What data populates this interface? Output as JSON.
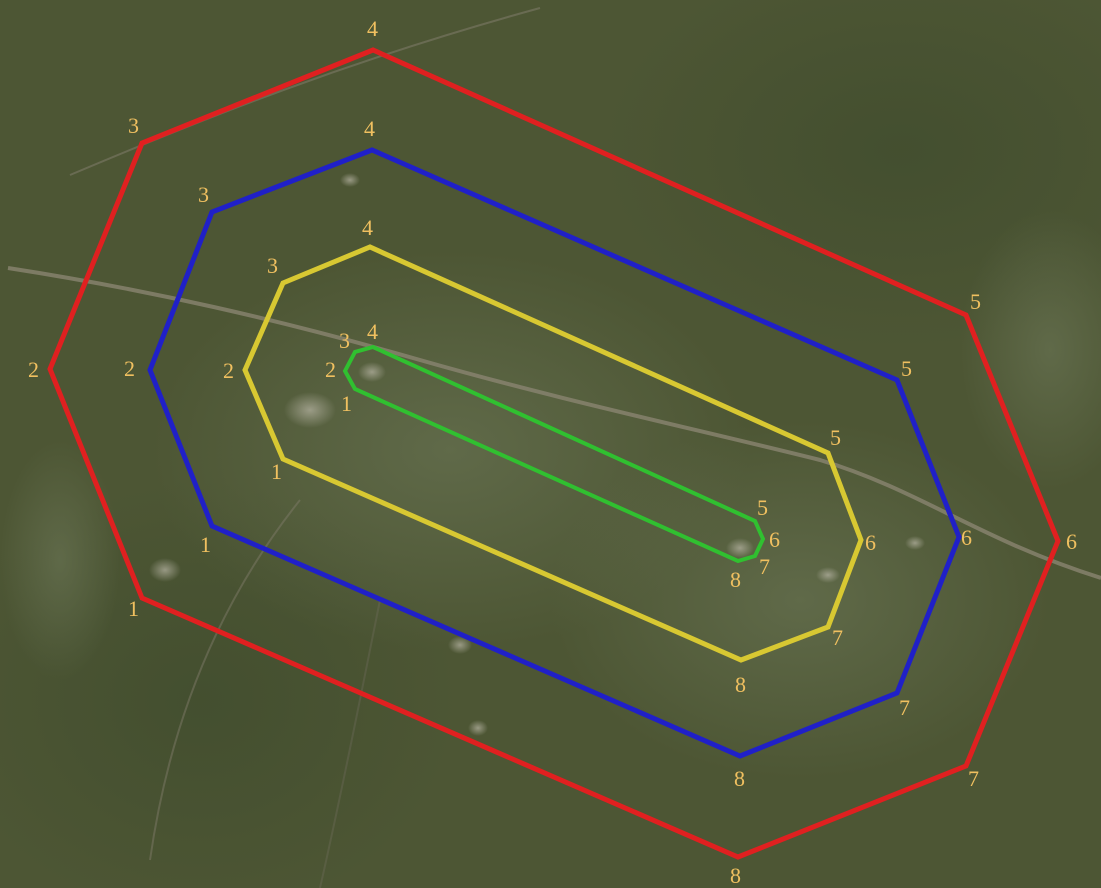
{
  "map": {
    "base": "satellite-imagery",
    "label_color": "#f0c060",
    "contours": [
      {
        "id": "outer",
        "color": "#e02020",
        "vertex_labels": [
          "1",
          "2",
          "3",
          "4",
          "5",
          "6",
          "7",
          "8"
        ]
      },
      {
        "id": "second",
        "color": "#2020c8",
        "vertex_labels": [
          "1",
          "2",
          "3",
          "4",
          "5",
          "6",
          "7",
          "8"
        ]
      },
      {
        "id": "third",
        "color": "#d8c832",
        "vertex_labels": [
          "1",
          "2",
          "3",
          "4",
          "5",
          "6",
          "7",
          "8"
        ]
      },
      {
        "id": "inner",
        "color": "#30c030",
        "vertex_labels": [
          "1",
          "2",
          "3",
          "4",
          "5",
          "6",
          "7",
          "8"
        ]
      }
    ]
  }
}
